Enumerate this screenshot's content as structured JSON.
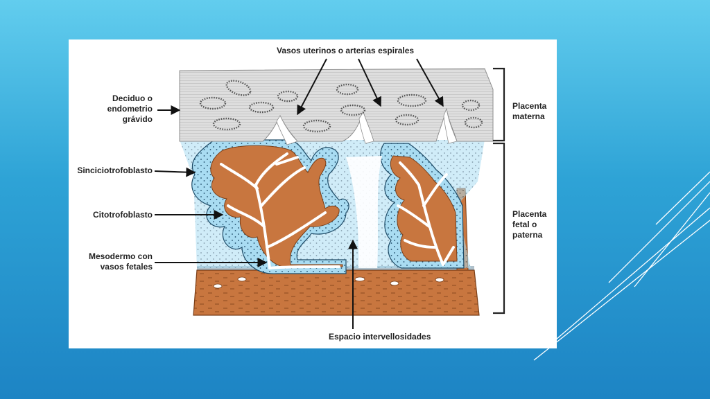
{
  "slide": {
    "background_top": "#62cdee",
    "background_bottom": "#1d84c4",
    "accent_line_color": "#ffffff"
  },
  "diagram": {
    "labels": {
      "vasos_uterinos": "Vasos uterinos o arterias espirales",
      "deciduo": "Deciduo o\nendometrio\ngrávido",
      "sinciciotrofoblasto": "Sinciciotrofoblasto",
      "citotrofoblasto": "Citotrofoblasto",
      "mesodermo": "Mesodermo con\nvasos fetales",
      "espacio": "Espacio intervellosidades",
      "placenta_materna": "Placenta\nmaterna",
      "placenta_fetal": "Placenta\nfetal o\npaterna"
    },
    "colors": {
      "decidua": "#dedede",
      "intervillous_blue": "#a9dcf2",
      "fetal_tissue": "#c8763f",
      "villus_core": "#ffffff"
    }
  }
}
